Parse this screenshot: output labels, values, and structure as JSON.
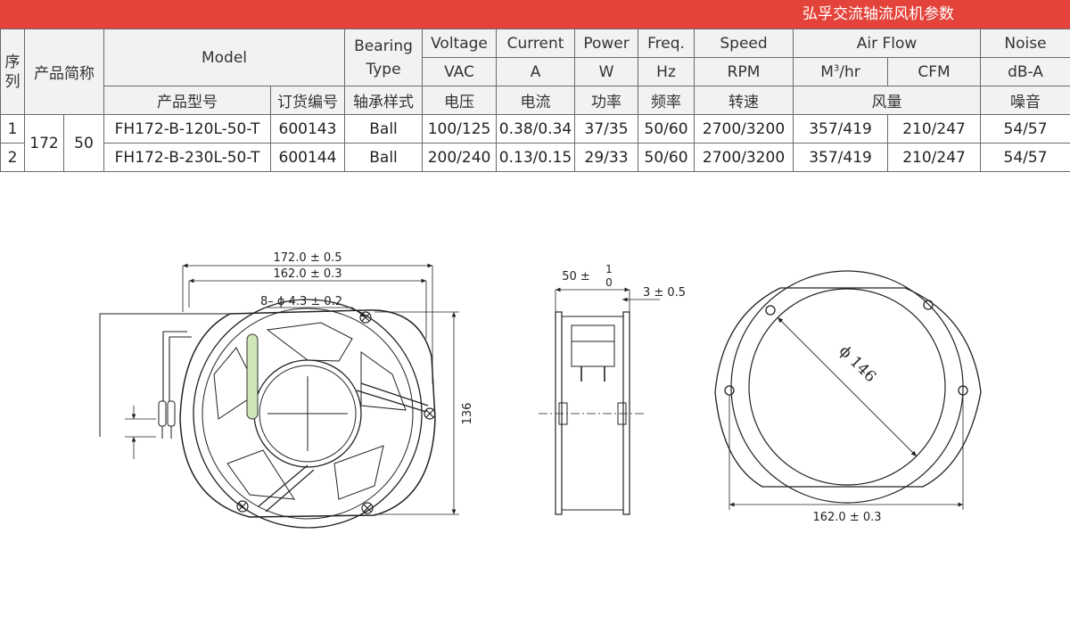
{
  "header": {
    "title": "弘孚交流轴流风机参数"
  },
  "table": {
    "col_seq": "序列",
    "col_short": "产品简称",
    "col_model": "Model",
    "col_bearing": "Bearing Type",
    "col_voltage": "Voltage",
    "col_current": "Current",
    "col_power": "Power",
    "col_freq": "Freq.",
    "col_speed": "Speed",
    "col_airflow": "Air Flow",
    "col_noise": "Noise",
    "unit_voltage": "VAC",
    "unit_current": "A",
    "unit_power": "W",
    "unit_freq": "Hz",
    "unit_speed": "RPM",
    "unit_airflow_m3_base": "M",
    "unit_airflow_m3_sup": "3",
    "unit_airflow_m3_tail": "/hr",
    "unit_airflow_cfm": "CFM",
    "unit_noise": "dB-A",
    "cn_model": "产品型号",
    "cn_order": "订货编号",
    "cn_bearing": "轴承样式",
    "cn_voltage": "电压",
    "cn_current": "电流",
    "cn_power": "功率",
    "cn_freq": "频率",
    "cn_speed": "转速",
    "cn_airflow": "风量",
    "cn_noise": "噪音",
    "size": "172",
    "thickness": "50",
    "rows": [
      {
        "seq": "1",
        "model": "FH172-B-120L-50-T",
        "order": "600143",
        "bearing": "Ball",
        "voltage": "100/125",
        "current": "0.38/0.34",
        "power": "37/35",
        "freq": "50/60",
        "speed": "2700/3200",
        "m3hr": "357/419",
        "cfm": "210/247",
        "noise": "54/57"
      },
      {
        "seq": "2",
        "model": "FH172-B-230L-50-T",
        "order": "600144",
        "bearing": "Ball",
        "voltage": "200/240",
        "current": "0.13/0.15",
        "power": "29/33",
        "freq": "50/60",
        "speed": "2700/3200",
        "m3hr": "357/419",
        "cfm": "210/247",
        "noise": "54/57"
      }
    ]
  },
  "drawing": {
    "dim_overall_width": "172.0 ± 0.5",
    "dim_hole_spacing": "162.0 ± 0.3",
    "dim_holes": "8– ϕ 4.3 ± 0.2",
    "dim_height": "136",
    "dim_depth": "50 ±",
    "dim_depth_tol_top": "1",
    "dim_depth_tol_bottom": "0",
    "dim_flange": "3 ± 0.5",
    "dim_diameter": "ϕ 146",
    "dim_back_width": "162.0 ± 0.3"
  }
}
